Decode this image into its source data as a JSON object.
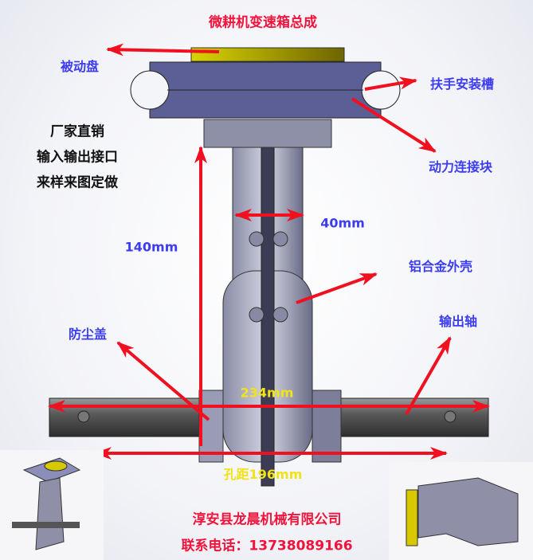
{
  "title": "微耕机变速箱总成",
  "labels": {
    "driven_disc": "被动盘",
    "handle_slot": "扶手安装槽",
    "power_block": "动力连接块",
    "aluminum_shell": "铝合金外壳",
    "dust_cover": "防尘盖",
    "output_shaft": "输出轴"
  },
  "promo": [
    "厂家直销",
    "输入输出接口",
    "来样来图定做"
  ],
  "dimensions": {
    "height": "140mm",
    "width": "40mm",
    "shaft_length": "234mm",
    "hole_distance": "孔距196mm"
  },
  "company": "淳安县龙晨机械有限公司",
  "phone": "联系电话：13738089166",
  "colors": {
    "arrow": "#f01020",
    "label_blue": "#3c3cf0",
    "title_red": "#f0143c",
    "dim_yellow": "#f2e21a",
    "housing": "#5b5f96"
  }
}
